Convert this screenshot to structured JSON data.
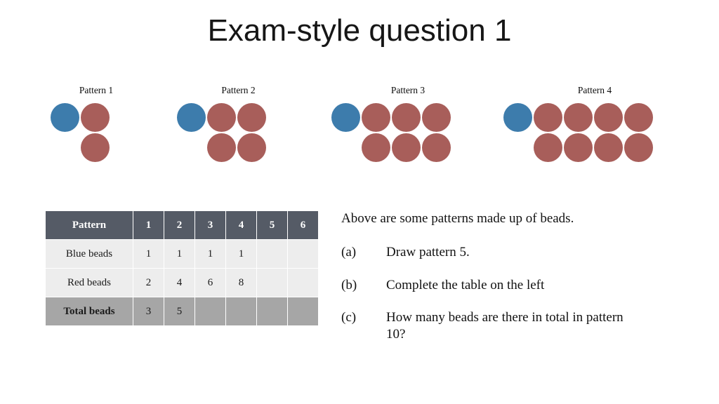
{
  "slide": {
    "title": "Exam-style question 1",
    "background_color": "#ffffff"
  },
  "colors": {
    "blue_bead": "#3d7cac",
    "red_bead": "#a85e5a",
    "table_header_bg": "#555b66",
    "table_row_bg": "#ededed",
    "table_total_row_bg": "#a6a6a6",
    "text": "#121212"
  },
  "patterns": [
    {
      "label": "Pattern 1",
      "blue_beads": 1,
      "red_beads": 2,
      "top_red": 1,
      "bottom_red": 1
    },
    {
      "label": "Pattern 2",
      "blue_beads": 1,
      "red_beads": 4,
      "top_red": 2,
      "bottom_red": 2
    },
    {
      "label": "Pattern 3",
      "blue_beads": 1,
      "red_beads": 6,
      "top_red": 3,
      "bottom_red": 3
    },
    {
      "label": "Pattern 4",
      "blue_beads": 1,
      "red_beads": 8,
      "top_red": 4,
      "bottom_red": 4
    }
  ],
  "table": {
    "headers": [
      "Pattern",
      "1",
      "2",
      "3",
      "4",
      "5",
      "6"
    ],
    "rows": [
      {
        "label": "Blue beads",
        "values": [
          "1",
          "1",
          "1",
          "1",
          "",
          ""
        ]
      },
      {
        "label": "Red beads",
        "values": [
          "2",
          "4",
          "6",
          "8",
          "",
          ""
        ]
      },
      {
        "label": "Total beads",
        "values": [
          "3",
          "5",
          "",
          "",
          "",
          ""
        ]
      }
    ]
  },
  "question": {
    "intro": "Above are some patterns made up of beads.",
    "items": [
      {
        "marker": "(a)",
        "text": "Draw pattern 5."
      },
      {
        "marker": "(b)",
        "text": "Complete the table on the left"
      },
      {
        "marker": "(c)",
        "text": "How many beads are there in total in pattern 10?"
      }
    ]
  }
}
